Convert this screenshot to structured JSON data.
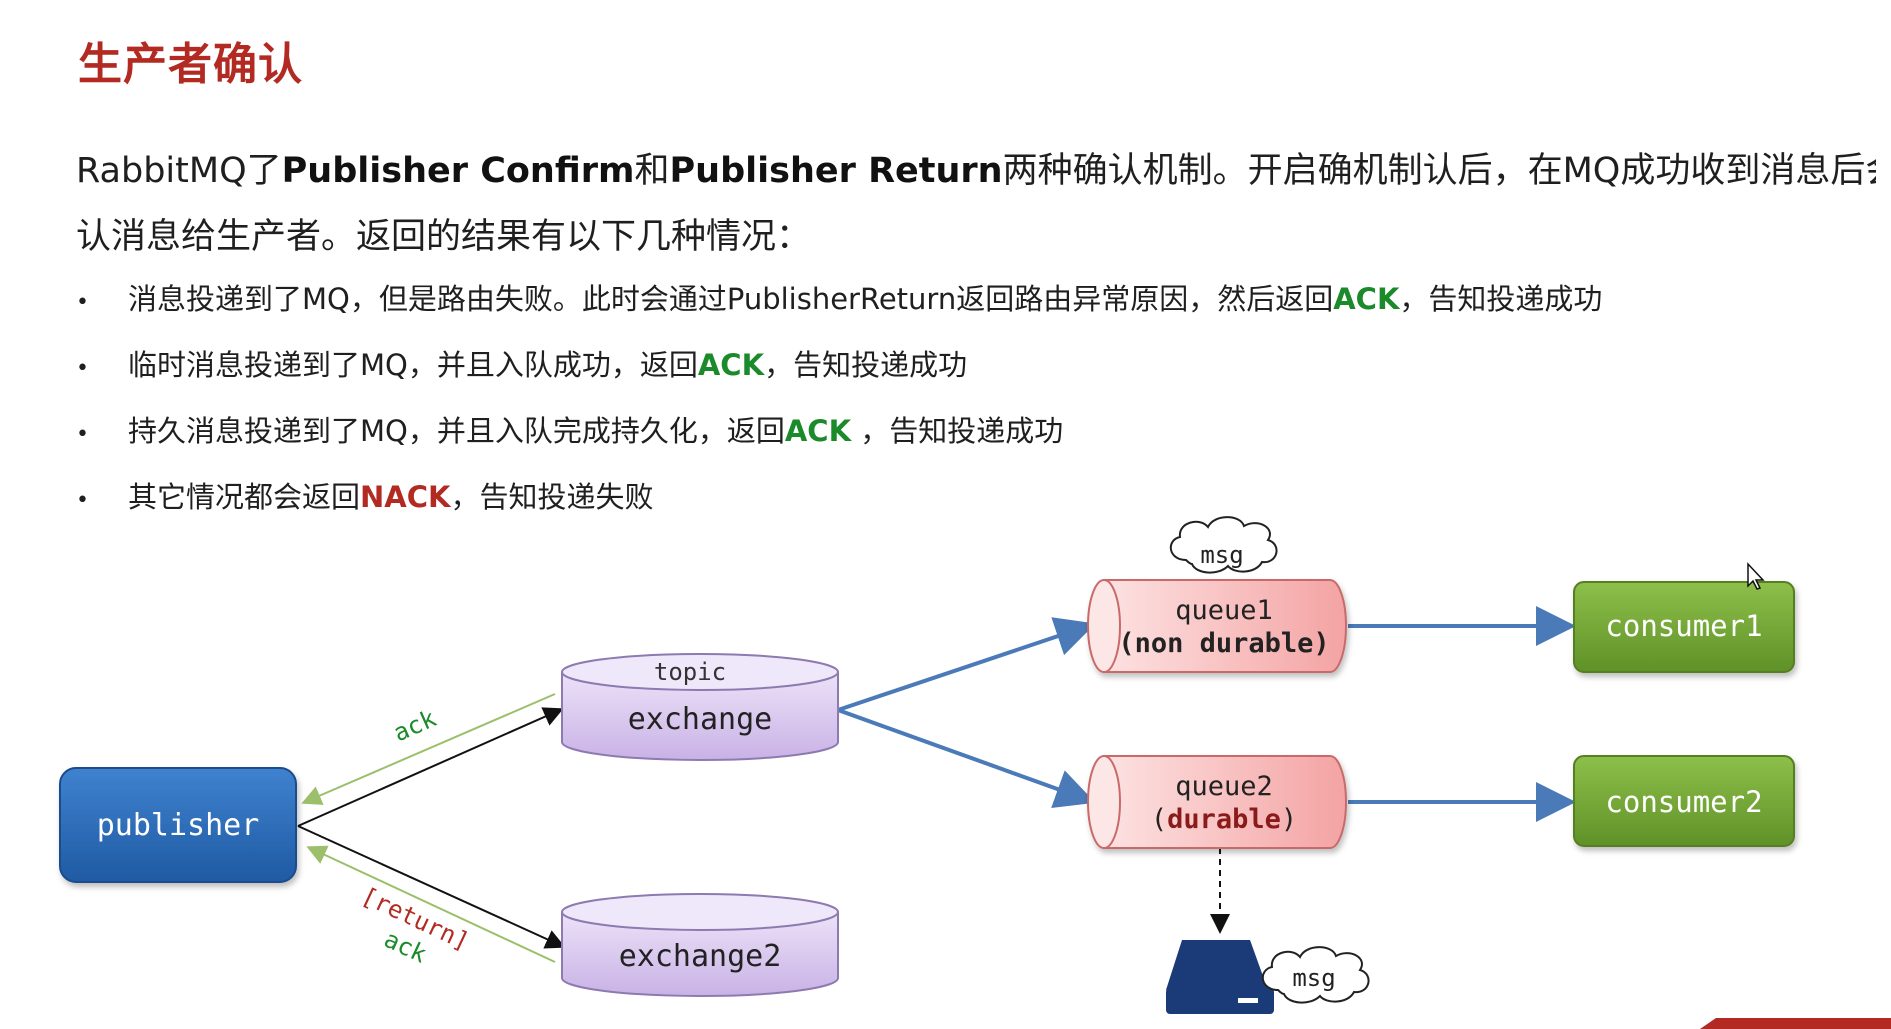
{
  "title": "生产者确认",
  "intro": {
    "p1": "RabbitMQ了",
    "b1": "Publisher Confirm",
    "p2": "和",
    "b2": "Publisher Return",
    "p3": "两种确认机制。开启确机制认后，在MQ成功收到消息后会返",
    "line2": "认消息给生产者。返回的结果有以下几种情况："
  },
  "bullets": [
    {
      "before": "消息投递到了MQ，但是路由失败。此时会通过PublisherReturn返回路由异常原因，然后返回",
      "keyword": "ACK",
      "after": "，告知投递成功",
      "type": "ack"
    },
    {
      "before": "临时消息投递到了MQ，并且入队成功，返回",
      "keyword": "ACK",
      "after": "，告知投递成功",
      "type": "ack"
    },
    {
      "before": "持久消息投递到了MQ，并且入队完成持久化，返回",
      "keyword": "ACK",
      "after": " ，告知投递成功",
      "type": "ack"
    },
    {
      "before": "其它情况都会返回",
      "keyword": "NACK",
      "after": "，告知投递失败",
      "type": "nack"
    }
  ],
  "diagram": {
    "publisher": "publisher",
    "exchange_type": "topic",
    "exchange": "exchange",
    "exchange2": "exchange2",
    "queue1": {
      "name": "queue1",
      "mode": "(non durable)"
    },
    "queue2": {
      "name": "queue2",
      "open": "(",
      "mode": "durable",
      "close": ")"
    },
    "consumer1": "consumer1",
    "consumer2": "consumer2",
    "msg_cloud_top": "msg",
    "msg_cloud_disk": "msg",
    "ack_label_top": "ack",
    "return_label": "[return]",
    "ack_label_bottom": "ack"
  },
  "colors": {
    "title": "#b22a22",
    "ack": "#1a8a2a",
    "nack": "#b22a22",
    "publisher": "#2d6bb5",
    "consumer": "#76a83a",
    "exchange": "#d9c8ef",
    "queue": "#f6b0b0",
    "disk": "#1b3a78"
  }
}
